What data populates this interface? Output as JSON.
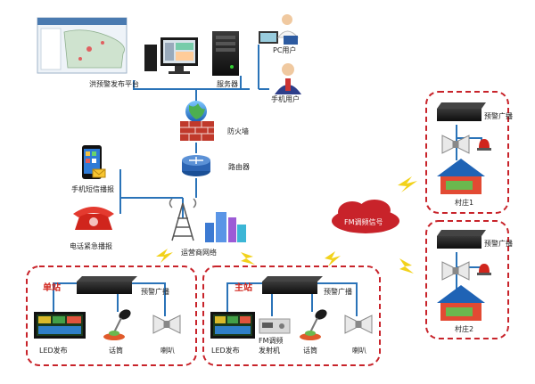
{
  "labels": {
    "platform": "洪预警发布平台",
    "server": "服务器",
    "pc_user": "PC用户",
    "mobile_user": "手机用户",
    "firewall": "防火墙",
    "router": "路由器",
    "sms": "手机短信播报",
    "phone": "电话紧急播报",
    "carrier_network": "运营商网络",
    "fm_signal": "FM调频信号",
    "sub_station": "单站",
    "main_station": "主站",
    "warning_broadcast": "预警广播",
    "led": "LED发布",
    "mic": "话筒",
    "speaker": "喇叭",
    "fm_transmitter_line1": "FM调频",
    "fm_transmitter_line2": "发射机",
    "village1": "村庄1",
    "village2": "村庄2"
  },
  "colors": {
    "line": "#2a73b8",
    "dash": "#c8232a",
    "bolt": "#f2d21b",
    "firewall": "#c0392b",
    "router": "#2c64b3",
    "roof": "#1f63b5",
    "house": "#e24a33"
  }
}
